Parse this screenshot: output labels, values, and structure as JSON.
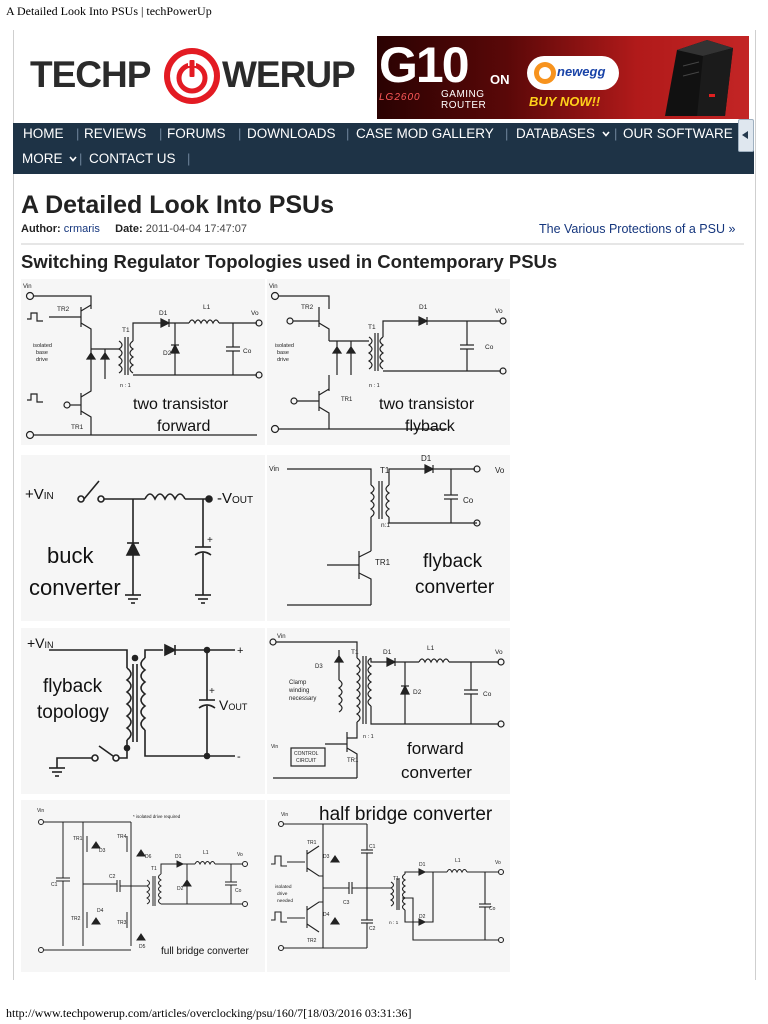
{
  "browser": {
    "print_title": "A Detailed Look Into PSUs | techPowerUp",
    "print_url": "http://www.techpowerup.com/articles/overclocking/psu/160/7[18/03/2016 03:31:36]"
  },
  "site": {
    "logo_left": "TECHP",
    "logo_right": "WERUP"
  },
  "ad": {
    "model": "G10",
    "sub": "LG2600",
    "line1": "GAMING",
    "line2": "ROUTER",
    "on": "ON",
    "store": "newegg",
    "cta": "BUY NOW!!"
  },
  "nav": {
    "row1": [
      "HOME",
      "REVIEWS",
      "FORUMS",
      "DOWNLOADS",
      "CASE MOD GALLERY",
      "DATABASES",
      "OUR SOFTWARE"
    ],
    "row2": [
      "MORE",
      "CONTACT US"
    ]
  },
  "article": {
    "title": "A Detailed Look Into PSUs",
    "author_label": "Author:",
    "author": "crmaris",
    "date_label": "Date:",
    "date": "2011-04-04 17:47:07",
    "next_link": "The Various Protections of a PSU »",
    "section_heading": "Switching Regulator Topologies used in Contemporary PSUs"
  },
  "diagrams": {
    "two_transistor_forward": {
      "caption": [
        "two transistor",
        "forward"
      ],
      "labels": [
        "Vin",
        "TR2",
        "isolated",
        "base",
        "drive",
        "T1",
        "D1",
        "L1",
        "D2",
        "Co",
        "Vo",
        "n : 1",
        "TR1"
      ]
    },
    "two_transistor_flyback": {
      "caption": [
        "two transistor",
        "flyback"
      ],
      "labels": [
        "Vin",
        "TR2",
        "isolated",
        "base",
        "drive",
        "T1",
        "D1",
        "Co",
        "Vo",
        "n : 1",
        "TR1"
      ]
    },
    "buck_converter": {
      "caption": [
        "buck",
        "converter"
      ],
      "vin_prefix": "+V",
      "vin_sub": "IN",
      "vout_prefix": "-V",
      "vout_sub": "OUT"
    },
    "flyback_converter": {
      "caption": [
        "flyback",
        "converter"
      ],
      "labels": [
        "Vin",
        "T1",
        "D1",
        "Vo",
        "Co",
        "n:1",
        "TR1"
      ]
    },
    "flyback_topology": {
      "caption": [
        "flyback",
        "topology"
      ],
      "vin_prefix": "+V",
      "vin_sub": "IN",
      "vout_prefix": "V",
      "vout_sub": "OUT",
      "plus": "+",
      "minus": "-"
    },
    "forward_converter": {
      "caption": [
        "forward",
        "converter"
      ],
      "labels": [
        "Vin",
        "D3",
        "T1",
        "D1",
        "L1",
        "Vo",
        "Clamp",
        "winding",
        "necessary",
        "D2",
        "Co",
        "n : 1",
        "Vin",
        "CONTROL",
        "CIRCUIT",
        "TR1"
      ]
    },
    "full_bridge": {
      "caption": [
        "full bridge converter"
      ],
      "labels": [
        "Vin",
        "TR1",
        "TR4",
        "* isolated drive required",
        "D3",
        "D6",
        "C1",
        "D1",
        "L1",
        "Vo",
        "T1",
        "C2",
        "D2",
        "Co",
        "C2",
        "TR2",
        "D4",
        "TR3",
        "D5"
      ]
    },
    "half_bridge": {
      "caption": [
        "half bridge converter"
      ],
      "labels": [
        "Vin",
        "C1",
        "TR1",
        "D3",
        "isolated",
        "drive",
        "needed",
        "C3",
        "T1",
        "D1",
        "L1",
        "Vo",
        "D2",
        "Co",
        "TR2",
        "C2",
        "D4",
        "n : 1"
      ]
    }
  }
}
